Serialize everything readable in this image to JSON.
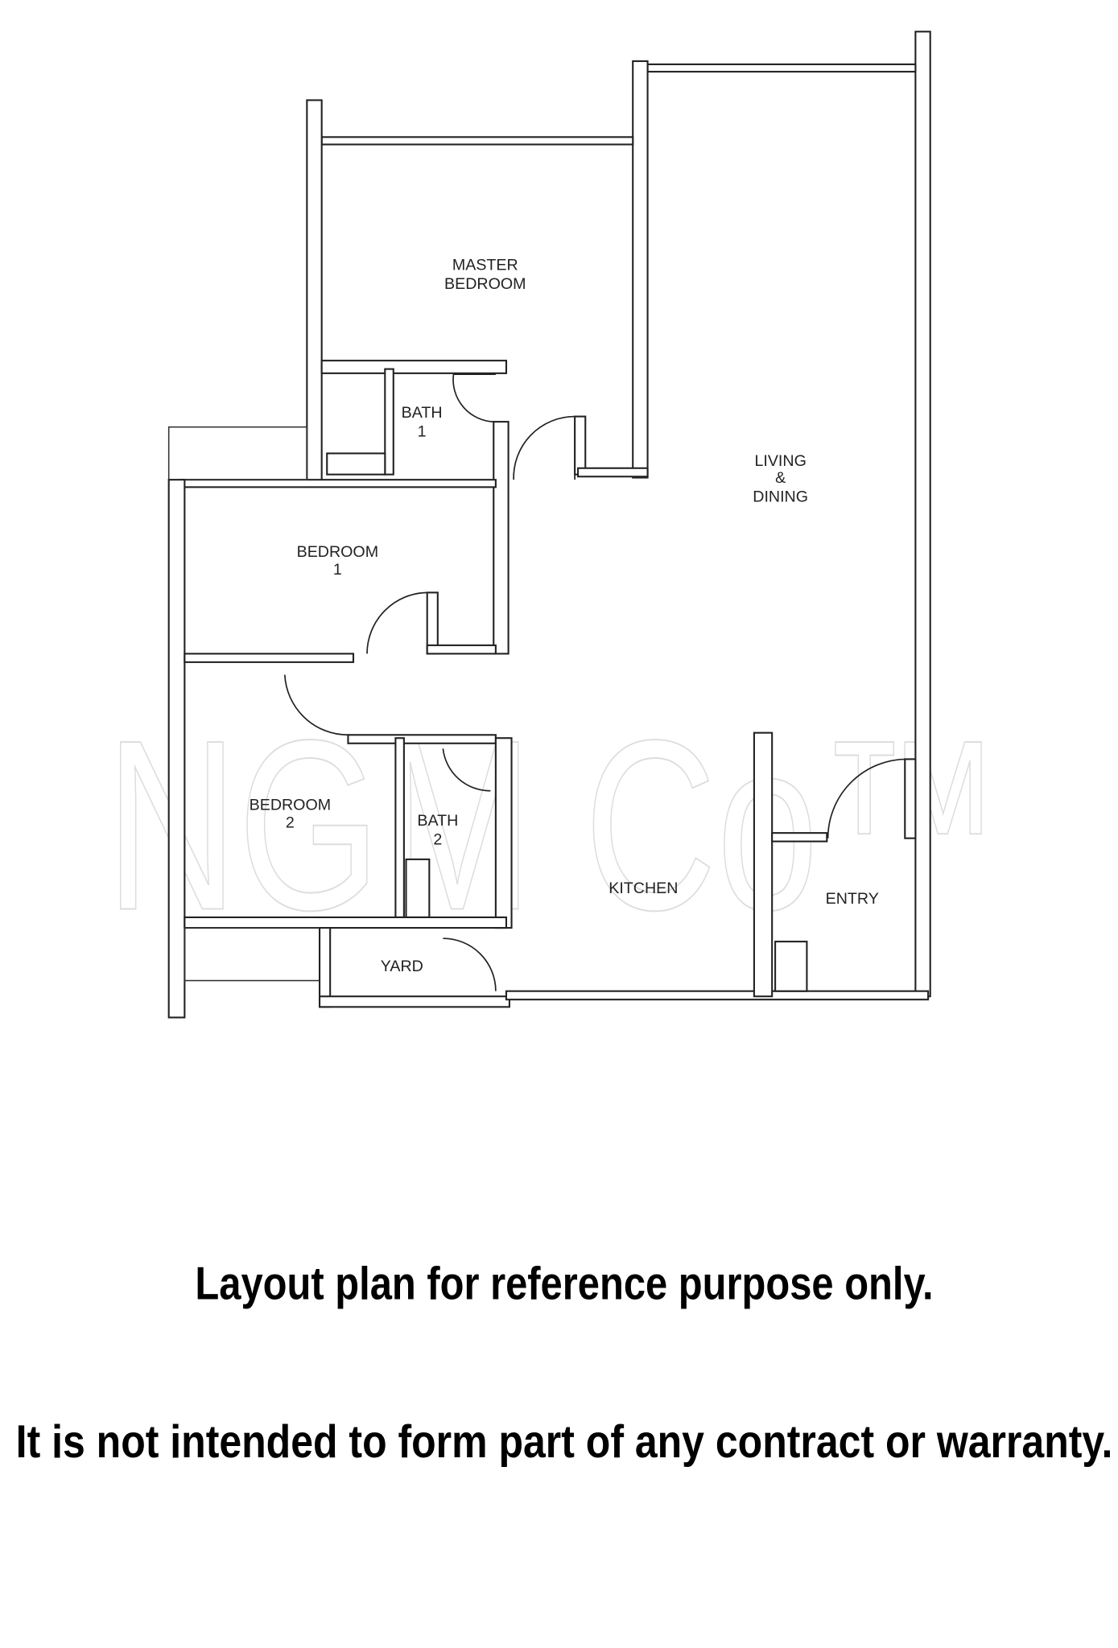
{
  "rooms": {
    "master_bedroom": [
      "MASTER",
      "BEDROOM"
    ],
    "bath1": [
      "BATH",
      "1"
    ],
    "living_dining": [
      "LIVING",
      "&",
      "DINING"
    ],
    "bedroom1": [
      "BEDROOM",
      "1"
    ],
    "bedroom2": [
      "BEDROOM",
      "2"
    ],
    "bath2": [
      "BATH",
      "2"
    ],
    "kitchen": "KITCHEN",
    "entry": "ENTRY",
    "yard": "YARD"
  },
  "watermark": "NGM Co™",
  "notes": [
    "Layout plan for reference purpose only.",
    "It is not intended to form part of any contract or warranty."
  ]
}
